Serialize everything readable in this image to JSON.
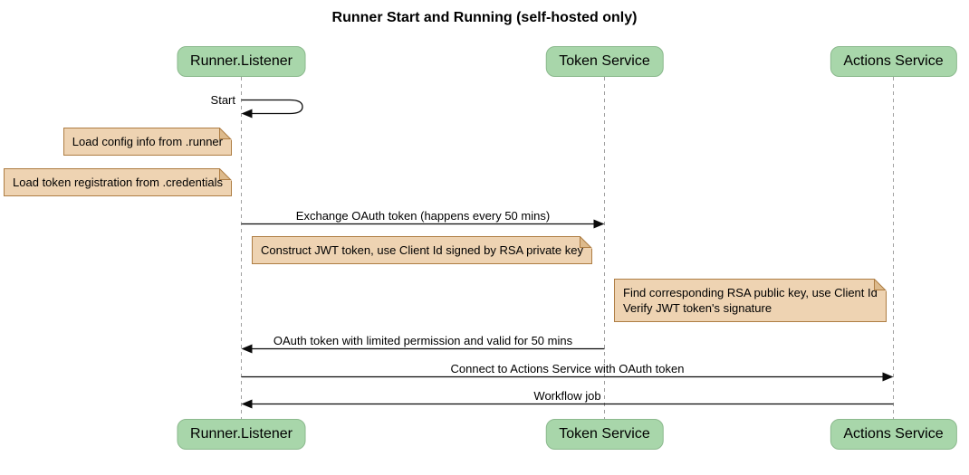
{
  "title": "Runner Start and Running (self-hosted only)",
  "participants": {
    "runner": "Runner.Listener",
    "token": "Token Service",
    "actions": "Actions Service"
  },
  "messages": {
    "start": "Start",
    "exchange": "Exchange OAuth token (happens every 50 mins)",
    "oauth_return": "OAuth token with limited permission and valid for 50 mins",
    "connect": "Connect to Actions Service with OAuth token",
    "workflow": "Workflow job"
  },
  "notes": {
    "config": "Load config info from .runner",
    "credentials": "Load token registration from .credentials",
    "jwt": "Construct JWT token, use Client Id signed by RSA private key",
    "verify_line1": "Find corresponding RSA public key, use Client Id",
    "verify_line2": "Verify JWT token's signature"
  },
  "colors": {
    "participant_fill": "#a8d6aa",
    "participant_border": "#8bb98d",
    "note_fill": "#eed3b2",
    "note_border": "#ae7d43",
    "note_fold": "#ddba8c",
    "lifeline": "#a0a0a0",
    "arrow": "#0b0b0b",
    "text": "#000000"
  }
}
